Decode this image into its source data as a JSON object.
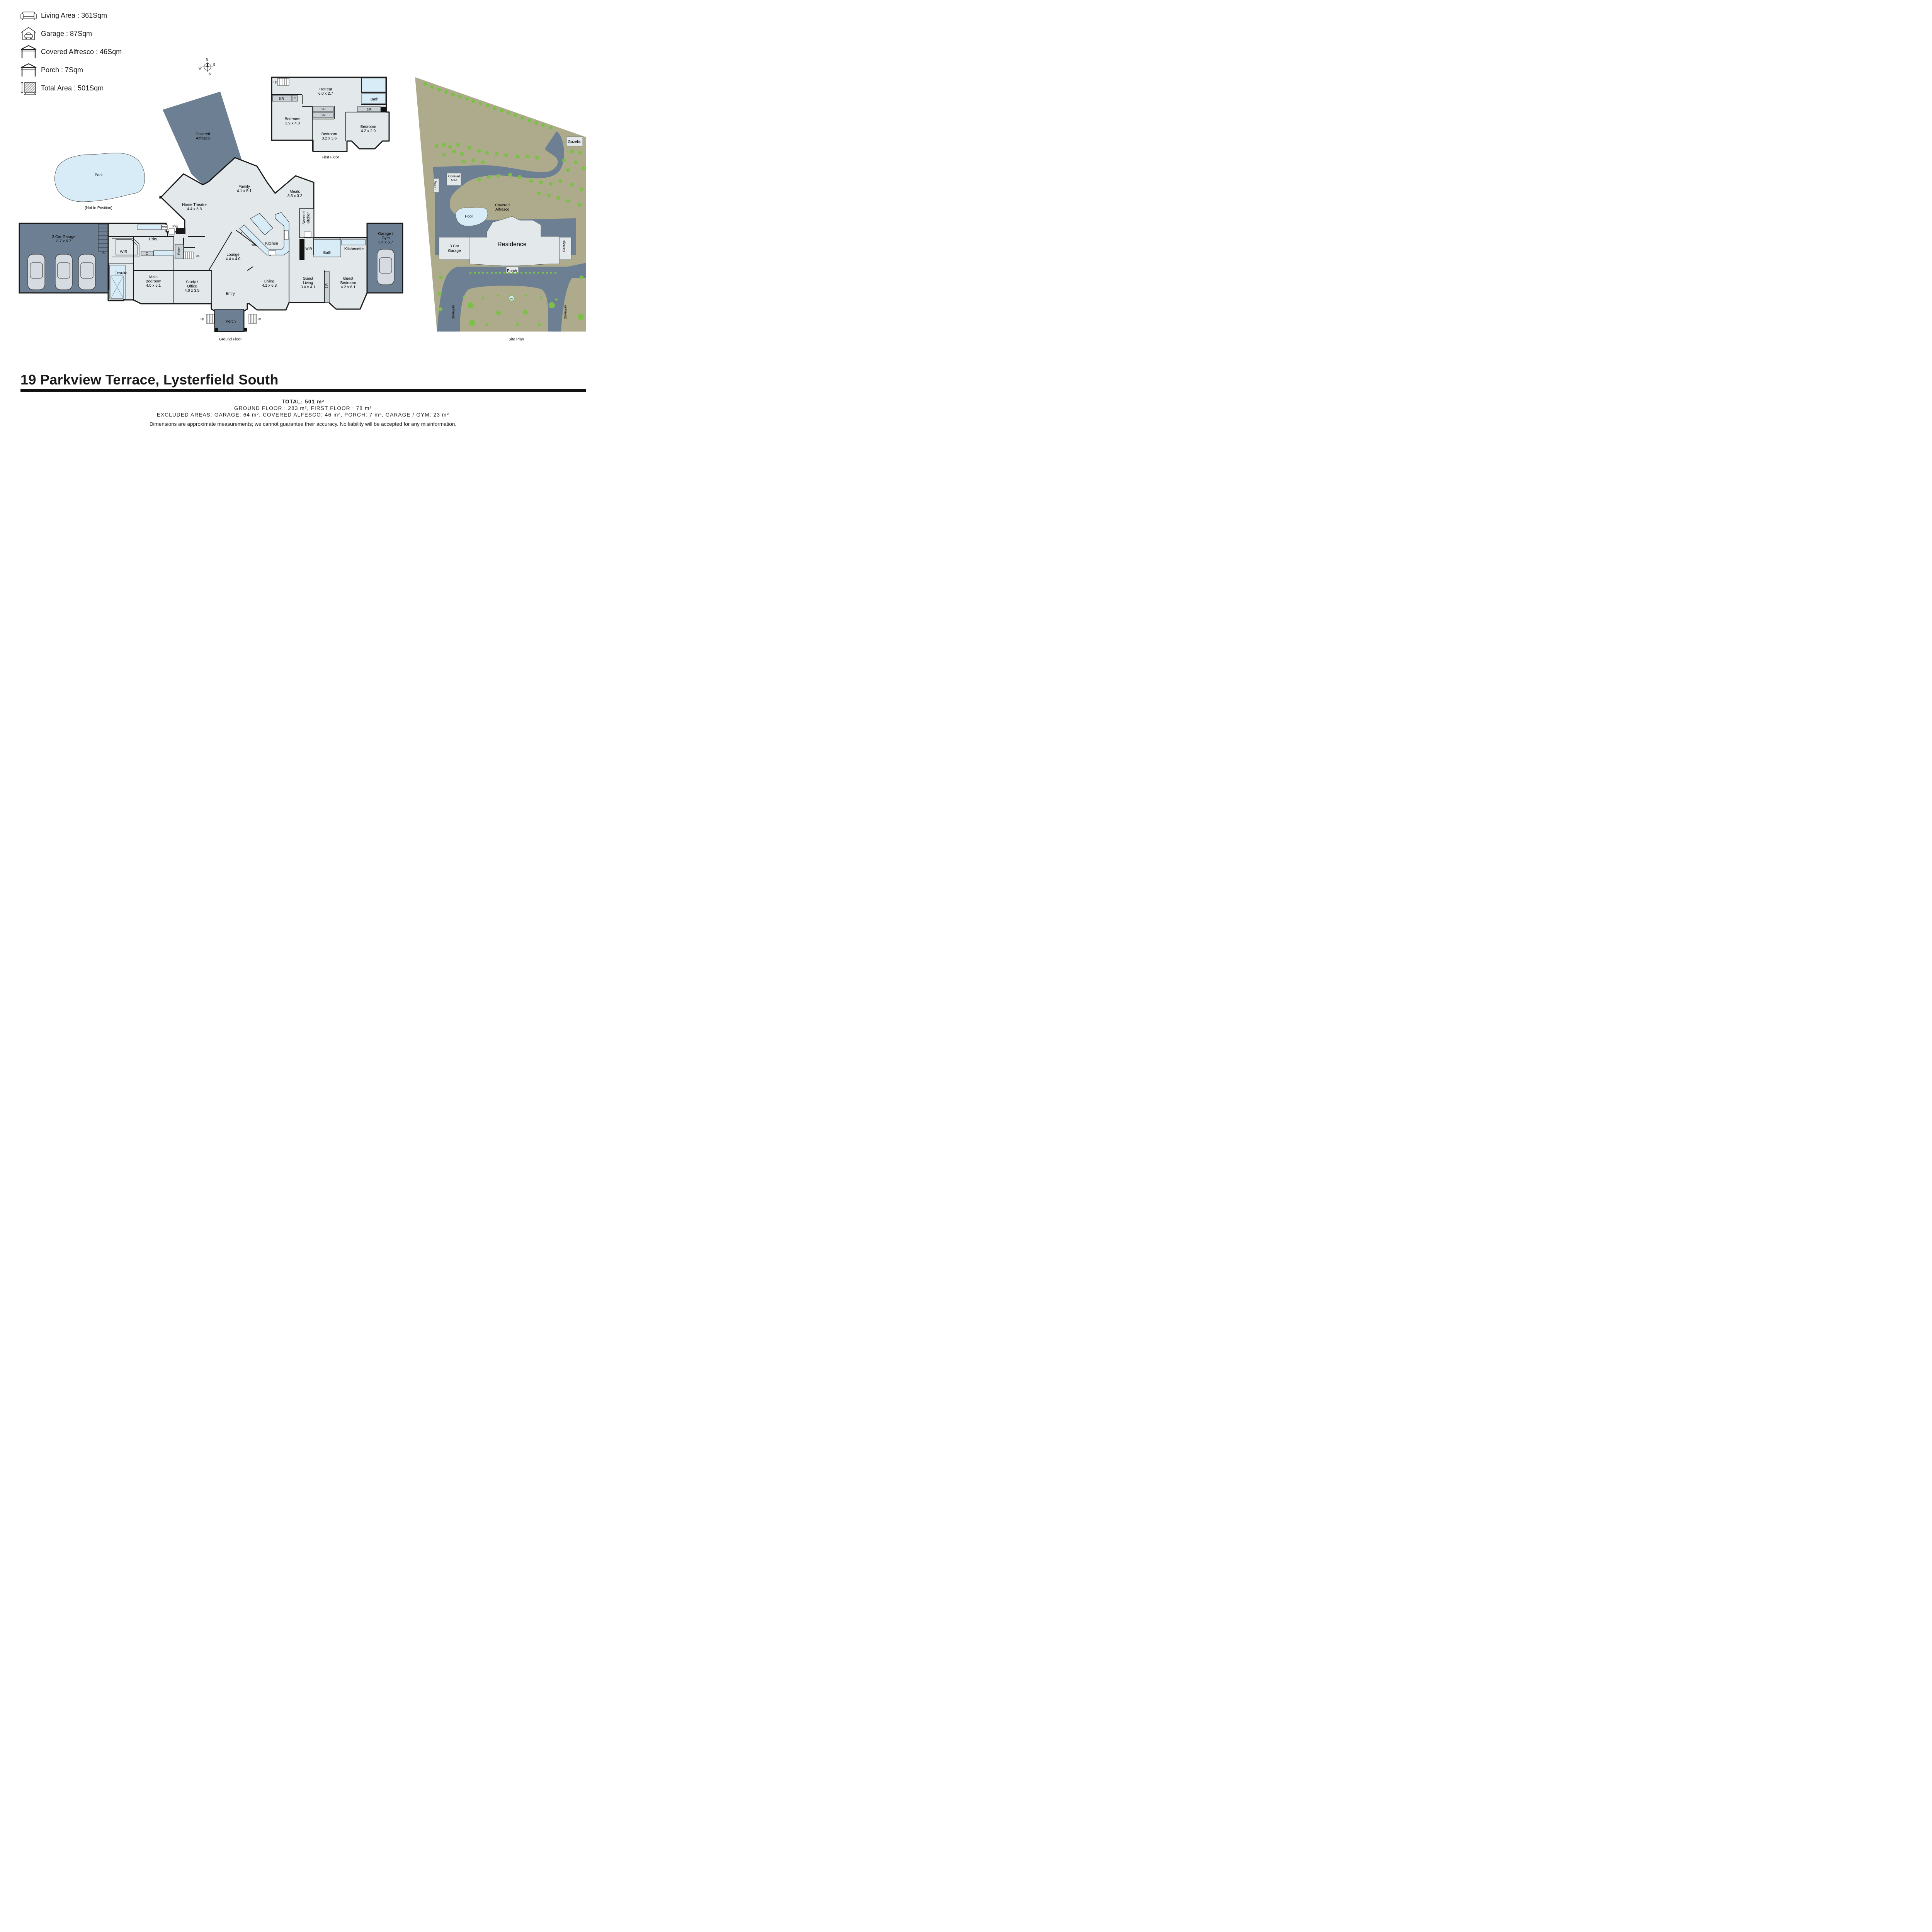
{
  "legend": {
    "living": "Living Area : 361Sqm",
    "garage": "Garage : 87Sqm",
    "alfresco": "Covered Alfresco : 46Sqm",
    "porch": "Porch : 7Sqm",
    "total": "Total Area : 501Sqm"
  },
  "compass": {
    "n": "N",
    "e": "E",
    "s": "S",
    "w": "W"
  },
  "ground": {
    "floor_label": "Ground Floor",
    "pool": "Pool",
    "not_in_position": "(Not In Position)",
    "covered": "Covered",
    "alfresco": "Alfresco",
    "garage_title": "3 Car Garage",
    "garage_dim": "8.7 x 6.7",
    "theatre_title": "Home Theatre",
    "theatre_dim": "4.4 x 5.8",
    "family_title": "Family",
    "family_dim": "4.1 x 5.1",
    "meals_title": "Meals",
    "meals_dim": "3.5 x 3.2",
    "second": "Second",
    "kitchen2": "Kitchen",
    "kitchen": "Kitchen",
    "wo": "WO",
    "f": "F",
    "lounge_title": "Lounge",
    "lounge_dim": "4.4 x 4.0",
    "living_title": "Living",
    "living_dim": "4.1 x 6.3",
    "ldry": "L'dry",
    "wm": "WM",
    "pdr": "P'dr",
    "wir": "WIR",
    "c": "C",
    "store": "Store",
    "up": "Up",
    "ensuite": "Ensuite",
    "main_title": "Main",
    "main_title2": "Bedroom",
    "main_dim": "4.0 x 5.1",
    "study_title": "Study /",
    "study_title2": "Office",
    "study_dim": "4.0 x 3.5",
    "entry": "Entry",
    "porch": "Porch",
    "guest_wir": "WIR",
    "bath": "Bath",
    "kitchenette": "Kitchenette",
    "guest_living_title": "Guest",
    "guest_living_title2": "Living",
    "guest_living_dim": "3.4 x 4.1",
    "bir": "BIR",
    "guest_bed_title": "Guest",
    "guest_bed_title2": "Bedroom",
    "guest_bed_dim": "4.2 x 6.1",
    "gym_title": "Garage /",
    "gym_title2": "Gym",
    "gym_dim": "3.4 x 6.7"
  },
  "first": {
    "floor_label": "First Floor",
    "up": "Up",
    "retreat_title": "Retreat",
    "retreat_dim": "6.0 x 2.7",
    "bir": "BIR",
    "c": "C",
    "bath": "Bath",
    "bed1_title": "Bedroom",
    "bed1_dim": "3.9 x 4.0",
    "bed2_title": "Bedroom",
    "bed2_dim": "3.2 x 3.6",
    "bed3_title": "Bedroom",
    "bed3_dim": "4.2 x 2.9"
  },
  "site": {
    "label": "Site Plan",
    "gazebo": "Gazebo",
    "cubby": "Cubby",
    "covered": "Covered",
    "area": "Area",
    "pool": "Pool",
    "covered2": "Covered",
    "alfresco": "Alfresco",
    "residence": "Residence",
    "garage3": "3 Car",
    "garage3b": "Garage",
    "garage": "Garage",
    "porch": "Porch",
    "driveway": "Driveway",
    "wf": "W/F"
  },
  "title": "19 Parkview Terrace, Lysterfield South",
  "summary": {
    "total": "TOTAL: 501 m²",
    "floors": "GROUND FLOOR : 283 m², FIRST FLOOR : 78 m²",
    "excluded": "EXCLUDED AREAS: GARAGE: 64 m², COVERED ALFESCO: 46 m², PORCH: 7 m², GARAGE / GYM: 23 m²"
  },
  "disclaimer": "Dimensions are approximate measurements; we cannot guarantee their accuracy. No liability will be accepted for any misinformation.",
  "colors": {
    "room_fill": "#e3e8ea",
    "dark_fill": "#6d7f92",
    "wall": "#1a1a1a",
    "pool": "#d8ecf8",
    "site_grass": "#aeab8c",
    "site_grey": "#6d7f92",
    "tree": "#7cc04a"
  }
}
